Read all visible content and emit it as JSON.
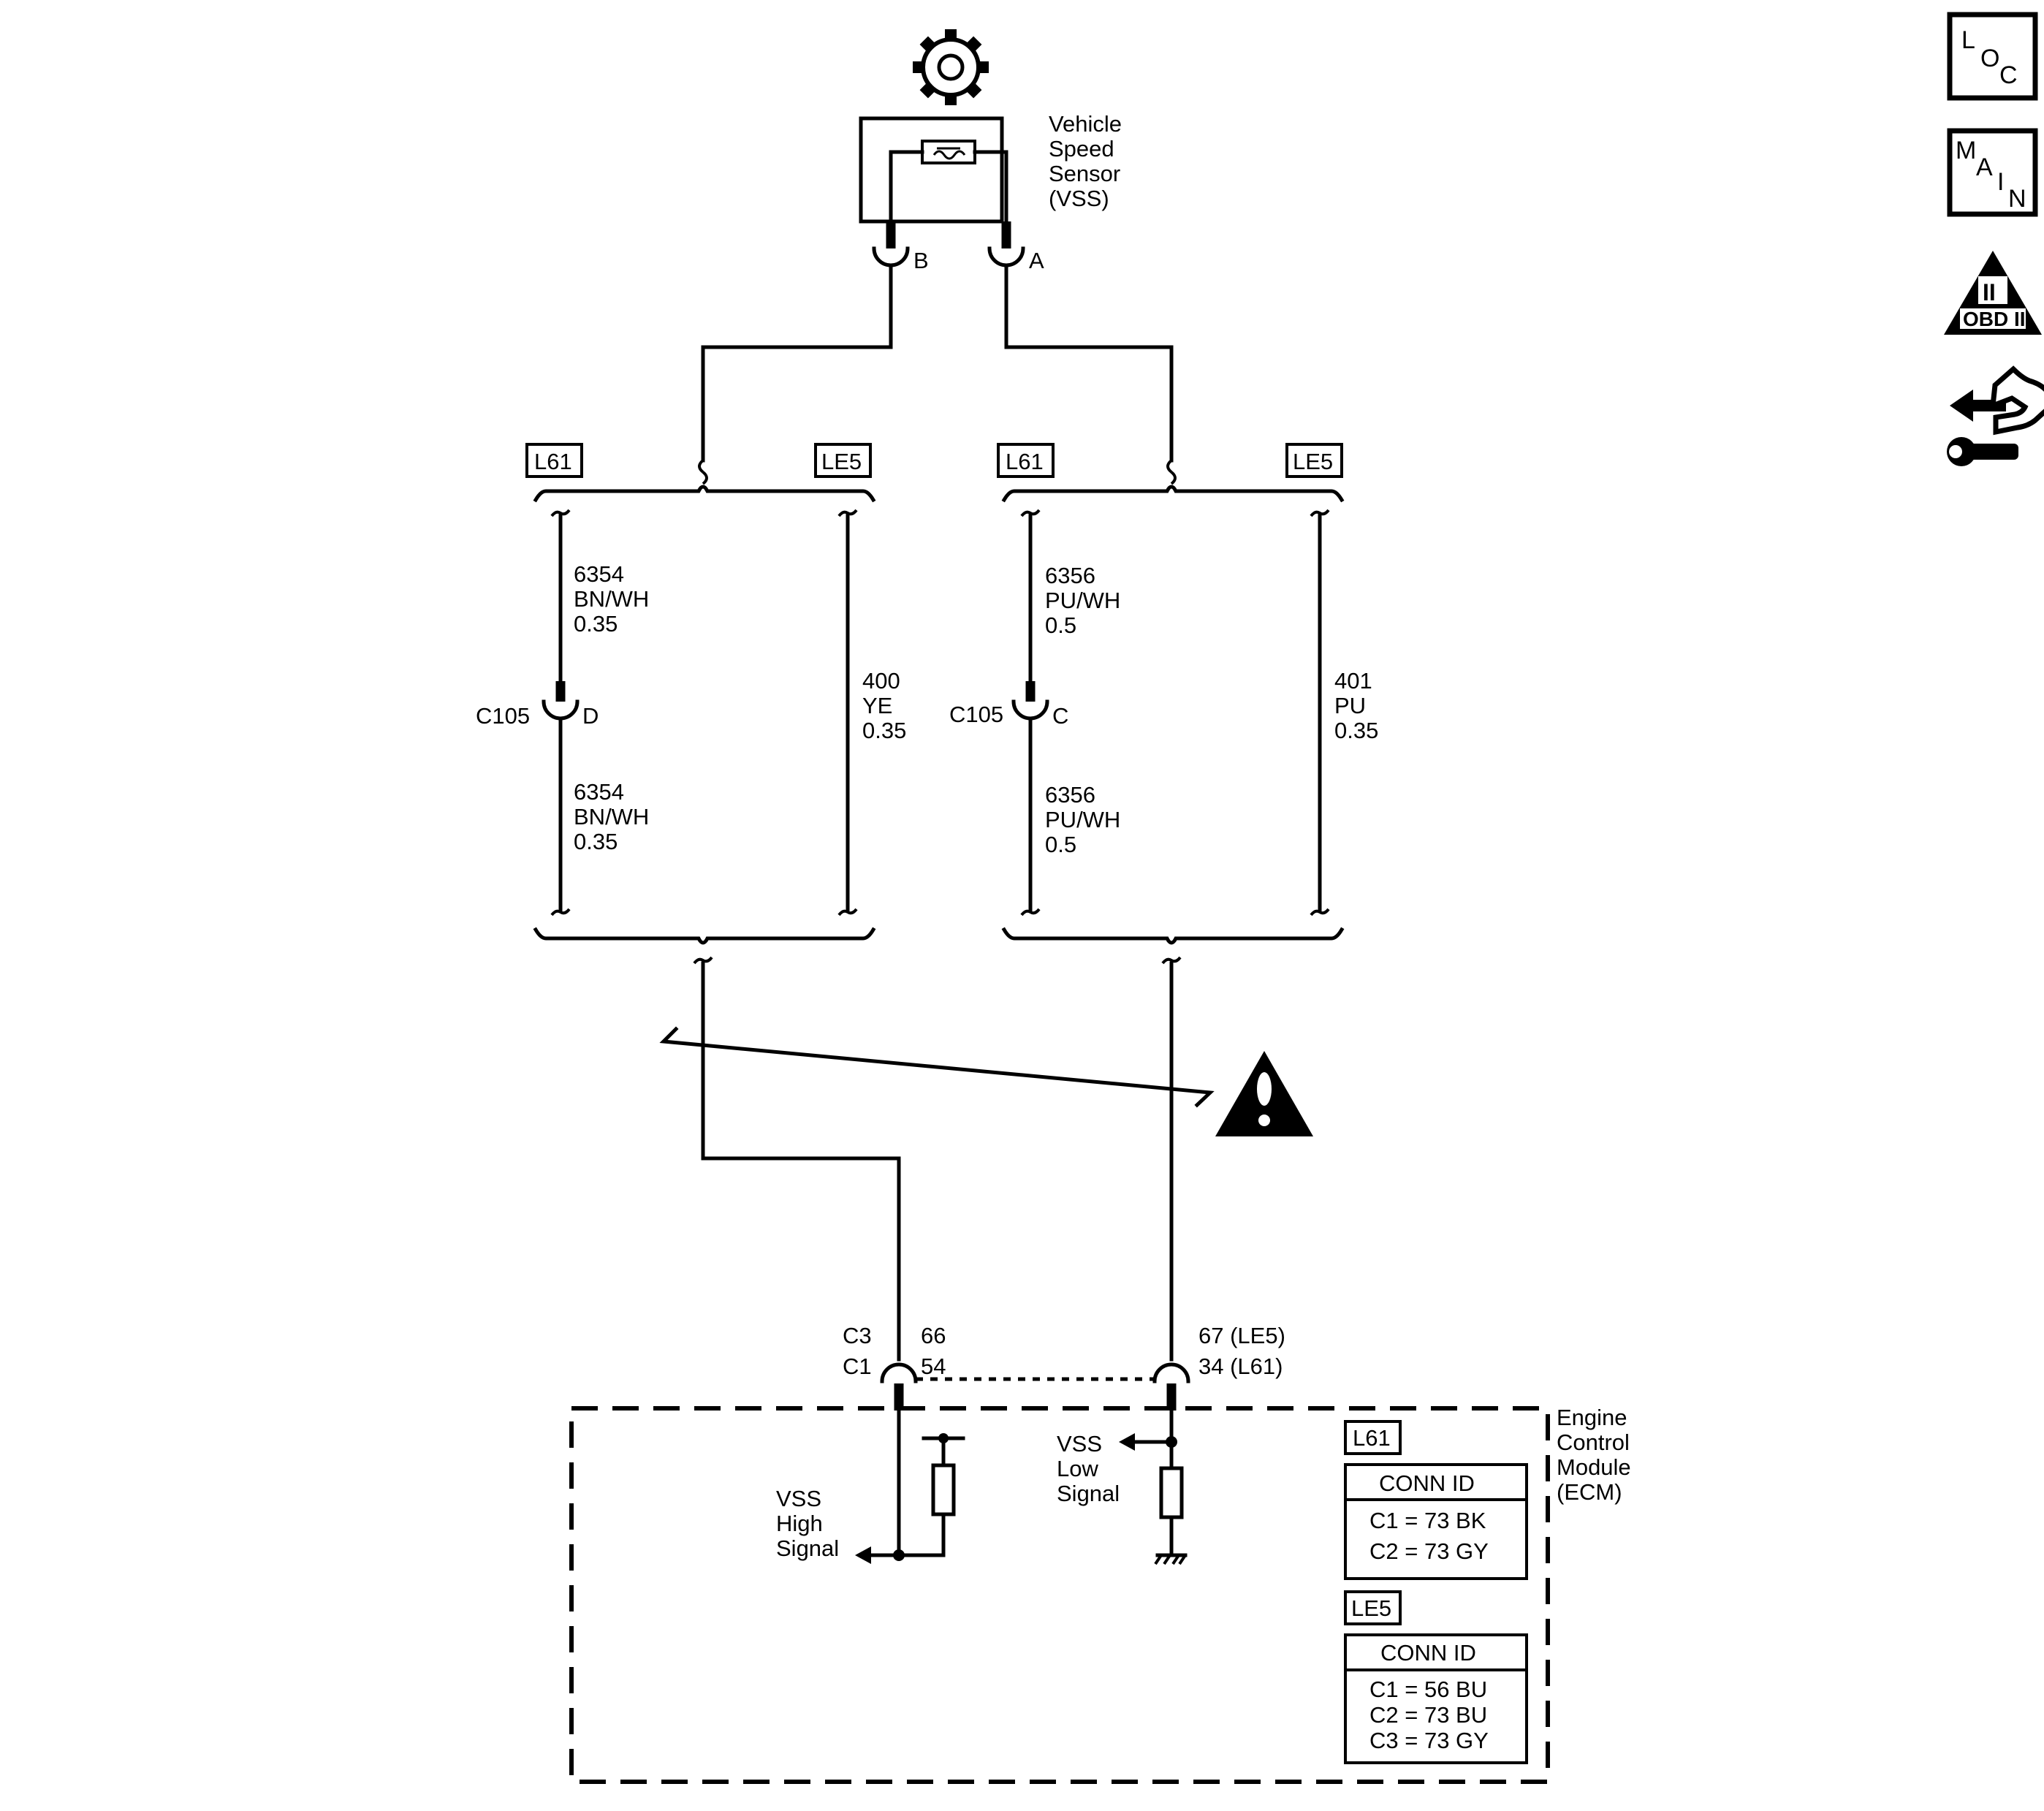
{
  "sensor": {
    "name_lines": [
      "Vehicle",
      "Speed",
      "Sensor",
      "(VSS)"
    ],
    "pin_b": "B",
    "pin_a": "A"
  },
  "options": {
    "left_l61": "L61",
    "left_le5": "LE5",
    "right_l61": "L61",
    "right_le5": "LE5"
  },
  "wires": {
    "w6354_top": [
      "6354",
      "BN/WH",
      "0.35"
    ],
    "w6354_bottom": [
      "6354",
      "BN/WH",
      "0.35"
    ],
    "w400": [
      "400",
      "YE",
      "0.35"
    ],
    "w6356_top": [
      "6356",
      "PU/WH",
      "0.5"
    ],
    "w6356_bottom": [
      "6356",
      "PU/WH",
      "0.5"
    ],
    "w401": [
      "401",
      "PU",
      "0.35"
    ]
  },
  "inline_connectors": {
    "left": {
      "name": "C105",
      "pin": "D"
    },
    "right": {
      "name": "C105",
      "pin": "C"
    }
  },
  "ecm_pins": {
    "high_conn": [
      "C3",
      "C1"
    ],
    "high_pin": [
      "66",
      "54"
    ],
    "low_pin": [
      "67 (LE5)",
      "34 (L61)"
    ]
  },
  "ecm": {
    "name_lines": [
      "Engine",
      "Control",
      "Module",
      "(ECM)"
    ],
    "vss_high": [
      "VSS",
      "High",
      "Signal"
    ],
    "vss_low": [
      "VSS",
      "Low",
      "Signal"
    ],
    "l61_tag": "L61",
    "l61_header": "CONN ID",
    "l61_rows": [
      "C1 = 73 BK",
      "C2 = 73 GY"
    ],
    "le5_tag": "LE5",
    "le5_header": "CONN ID",
    "le5_rows": [
      "C1 = 56 BU",
      "C2 = 73 BU",
      "C3 = 73 GY"
    ]
  },
  "side_icons": {
    "loc_letters": [
      "L",
      "O",
      "C"
    ],
    "main_letters": [
      "M",
      "A",
      "I",
      "N"
    ],
    "obd_numeral": "II",
    "obd_label": "OBD II"
  },
  "icon_names": [
    "gear-icon",
    "loc-icon",
    "main-icon",
    "obd-ii-icon",
    "wrench-hand-icon",
    "caution-icon",
    "ground-icon"
  ]
}
